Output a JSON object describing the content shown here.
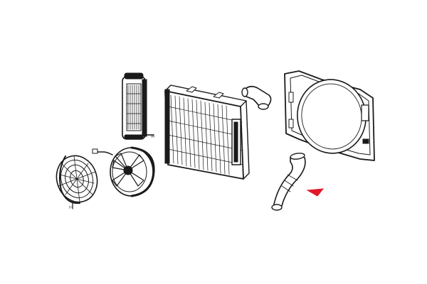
{
  "diagram": {
    "background_color": "#ffffff",
    "line_color": "#1a1a1a",
    "accent_color": "#e0192a",
    "parts": [
      {
        "name": "fan-guard",
        "icon": "fan-guard-icon"
      },
      {
        "name": "electric-fan",
        "icon": "fan-icon"
      },
      {
        "name": "expansion-tank",
        "icon": "tank-icon"
      },
      {
        "name": "radiator",
        "icon": "radiator-icon"
      },
      {
        "name": "upper-hose",
        "icon": "hose-icon"
      },
      {
        "name": "lower-hose",
        "icon": "hose-icon"
      },
      {
        "name": "fan-shroud",
        "icon": "shroud-icon"
      }
    ],
    "highlight": {
      "icon": "red-arrow-icon",
      "points_to": "lower-hose"
    }
  }
}
